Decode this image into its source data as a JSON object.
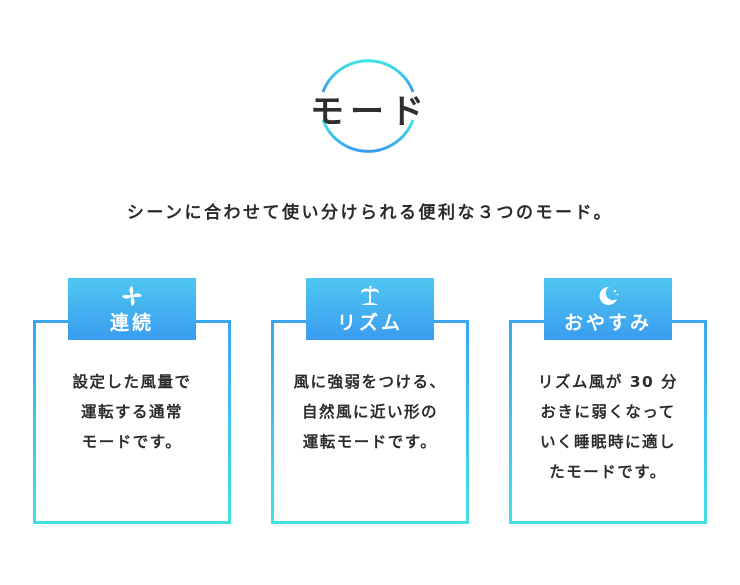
{
  "header": {
    "title": "モード",
    "subtitle": "シーンに合わせて使い分けられる便利な３つのモード。"
  },
  "modes": [
    {
      "icon": "fan-icon",
      "label": "連続",
      "lines": [
        "設定した風量で",
        "運転する通常",
        "モードです。"
      ]
    },
    {
      "icon": "palm-tree-icon",
      "label": "リズム",
      "lines": [
        "風に強弱をつける、",
        "自然風に近い形の",
        "運転モードです。"
      ]
    },
    {
      "icon": "moon-icon",
      "label": "おやすみ",
      "lines": [
        "リズム風が 30 分",
        "おきに弱くなって",
        "いく睡眠時に適し",
        "たモードです。"
      ]
    }
  ],
  "colors": {
    "ring_top": "#3ee6e2",
    "ring_bottom": "#3a9cf0",
    "tab_top": "#4fc7f0",
    "tab_bottom": "#3a9cf0",
    "card_border_top": "#3ba6ee",
    "card_border_bottom": "#45e0e6",
    "text": "#2b2b2b"
  }
}
